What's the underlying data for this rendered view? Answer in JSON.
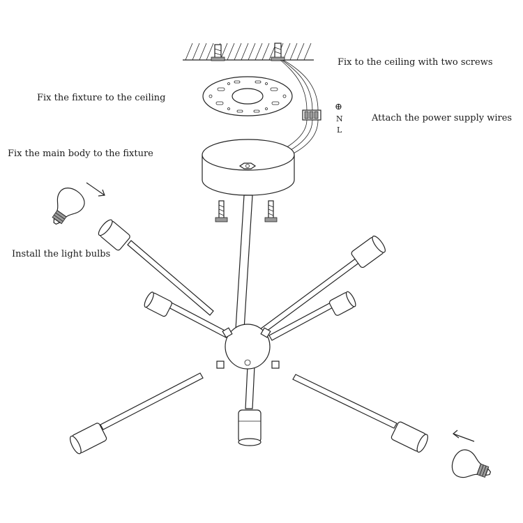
{
  "labels": {
    "ceiling_screws": "Fix to the  ceiling with two screws",
    "fixture_ceiling": "Fix the fixture to the ceiling",
    "power_wires": "Attach the power supply wires",
    "main_body": "Fix the main body  to the  fixture",
    "bulbs": "Install the light bulbs"
  },
  "wire_markers": {
    "ground": "⊕",
    "neutral": "N",
    "live": "L"
  },
  "icons": [
    "screw-icon",
    "mounting-plate-icon",
    "canopy-icon",
    "terminal-block-icon",
    "light-bulb-icon",
    "arrow-icon",
    "socket-icon",
    "hub-icon"
  ]
}
